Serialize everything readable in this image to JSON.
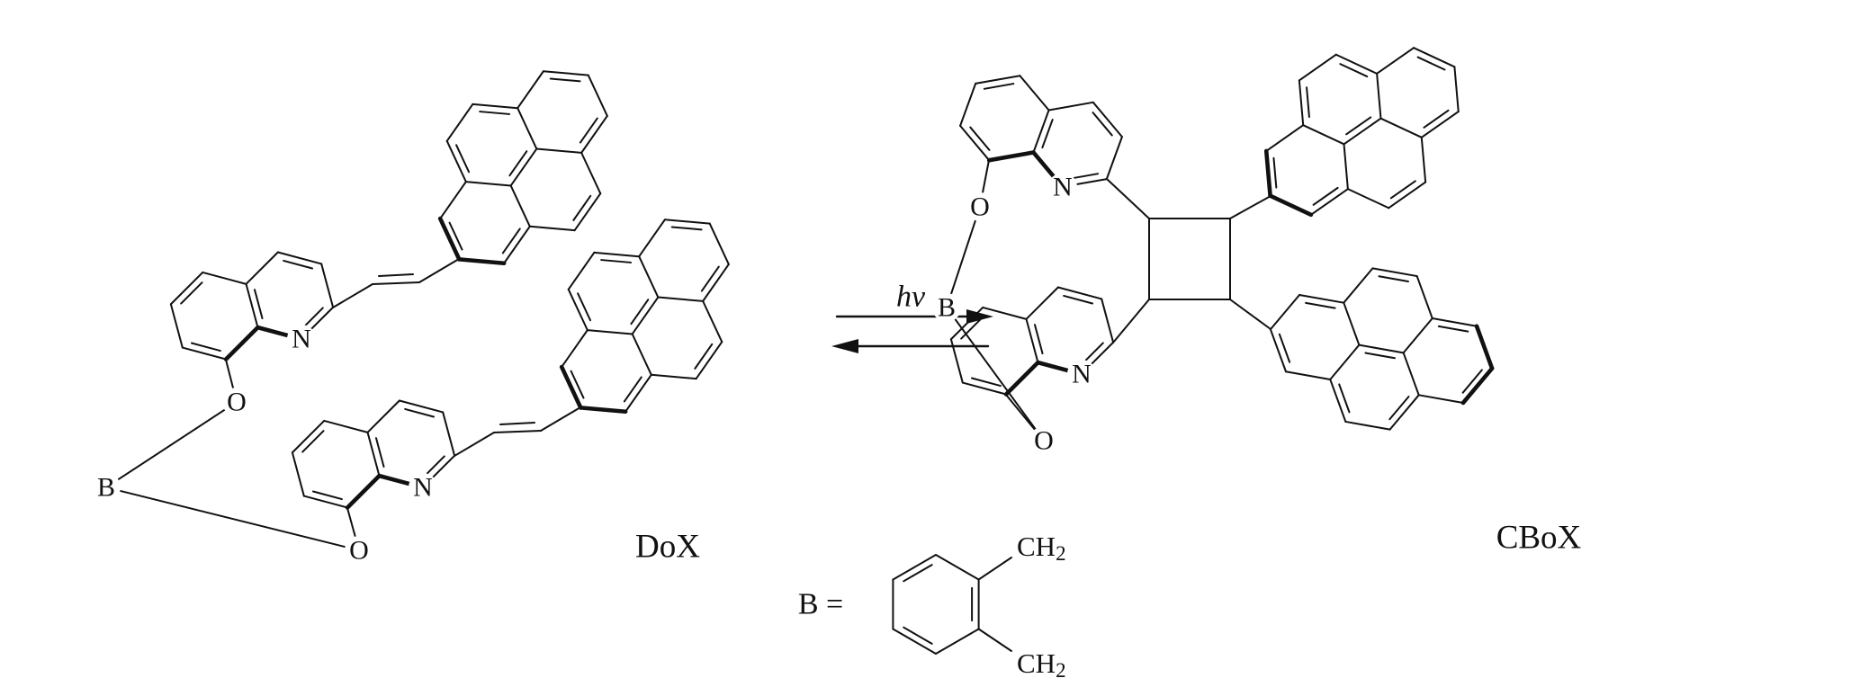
{
  "scheme": {
    "reactant_label": "DoX",
    "product_label": "CBoX",
    "arrow_label": "hν"
  },
  "dox_atoms": {
    "boron": "B",
    "oxygen_top": "O",
    "oxygen_bottom": "O",
    "nitrogen_top": "N",
    "nitrogen_bottom": "N"
  },
  "cbox_atoms": {
    "boron": "B",
    "oxygen_top": "O",
    "oxygen_bottom": "O",
    "nitrogen_top": "N",
    "nitrogen_bottom": "N"
  },
  "b_definition": {
    "label": "B =",
    "ch2_top": "CH",
    "ch2_top_sub": "2",
    "ch2_bottom": "CH",
    "ch2_bottom_sub": "2"
  },
  "colors": {
    "ink": "#111111",
    "background": "#ffffff"
  }
}
